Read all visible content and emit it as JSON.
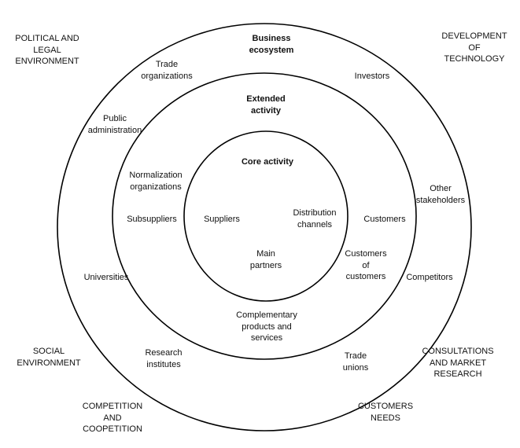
{
  "layers": {
    "business_ecosystem": "Business\necosystem",
    "extended_activity": "Extended\nactivity",
    "core_activity": "Core activity"
  },
  "core": {
    "suppliers": "Suppliers",
    "distribution_channels": "Distribution\nchannels",
    "main_partners": "Main\npartners"
  },
  "extended": {
    "normalization_organizations": "Normalization\norganizations",
    "subsuppliers": "Subsuppliers",
    "customers": "Customers",
    "customers_of_customers": "Customers\nof\ncustomers",
    "complementary": "Complementary\nproducts and\nservices"
  },
  "ecosystem": {
    "trade_organizations": "Trade\norganizations",
    "investors": "Investors",
    "public_administration": "Public\nadministration",
    "other_stakeholders": "Other\nstakeholders",
    "universities": "Universities",
    "competitors": "Competitors",
    "research_institutes": "Research\ninstitutes",
    "trade_unions": "Trade\nunions"
  },
  "environment": {
    "political_legal": "POLITICAL AND\nLEGAL\nENVIRONMENT",
    "development_technology": "DEVELOPMENT\nOF TECHNOLOGY",
    "social": "SOCIAL\nENVIRONMENT",
    "consultations": "CONSULTATIONS\nAND MARKET\nRESEARCH",
    "competition": "COMPETITION\nAND\nCOOPETITION",
    "customers_needs": "CUSTOMERS\nNEEDS"
  },
  "colors": {
    "line": "#000000",
    "text": "#111111",
    "background": "#ffffff"
  }
}
